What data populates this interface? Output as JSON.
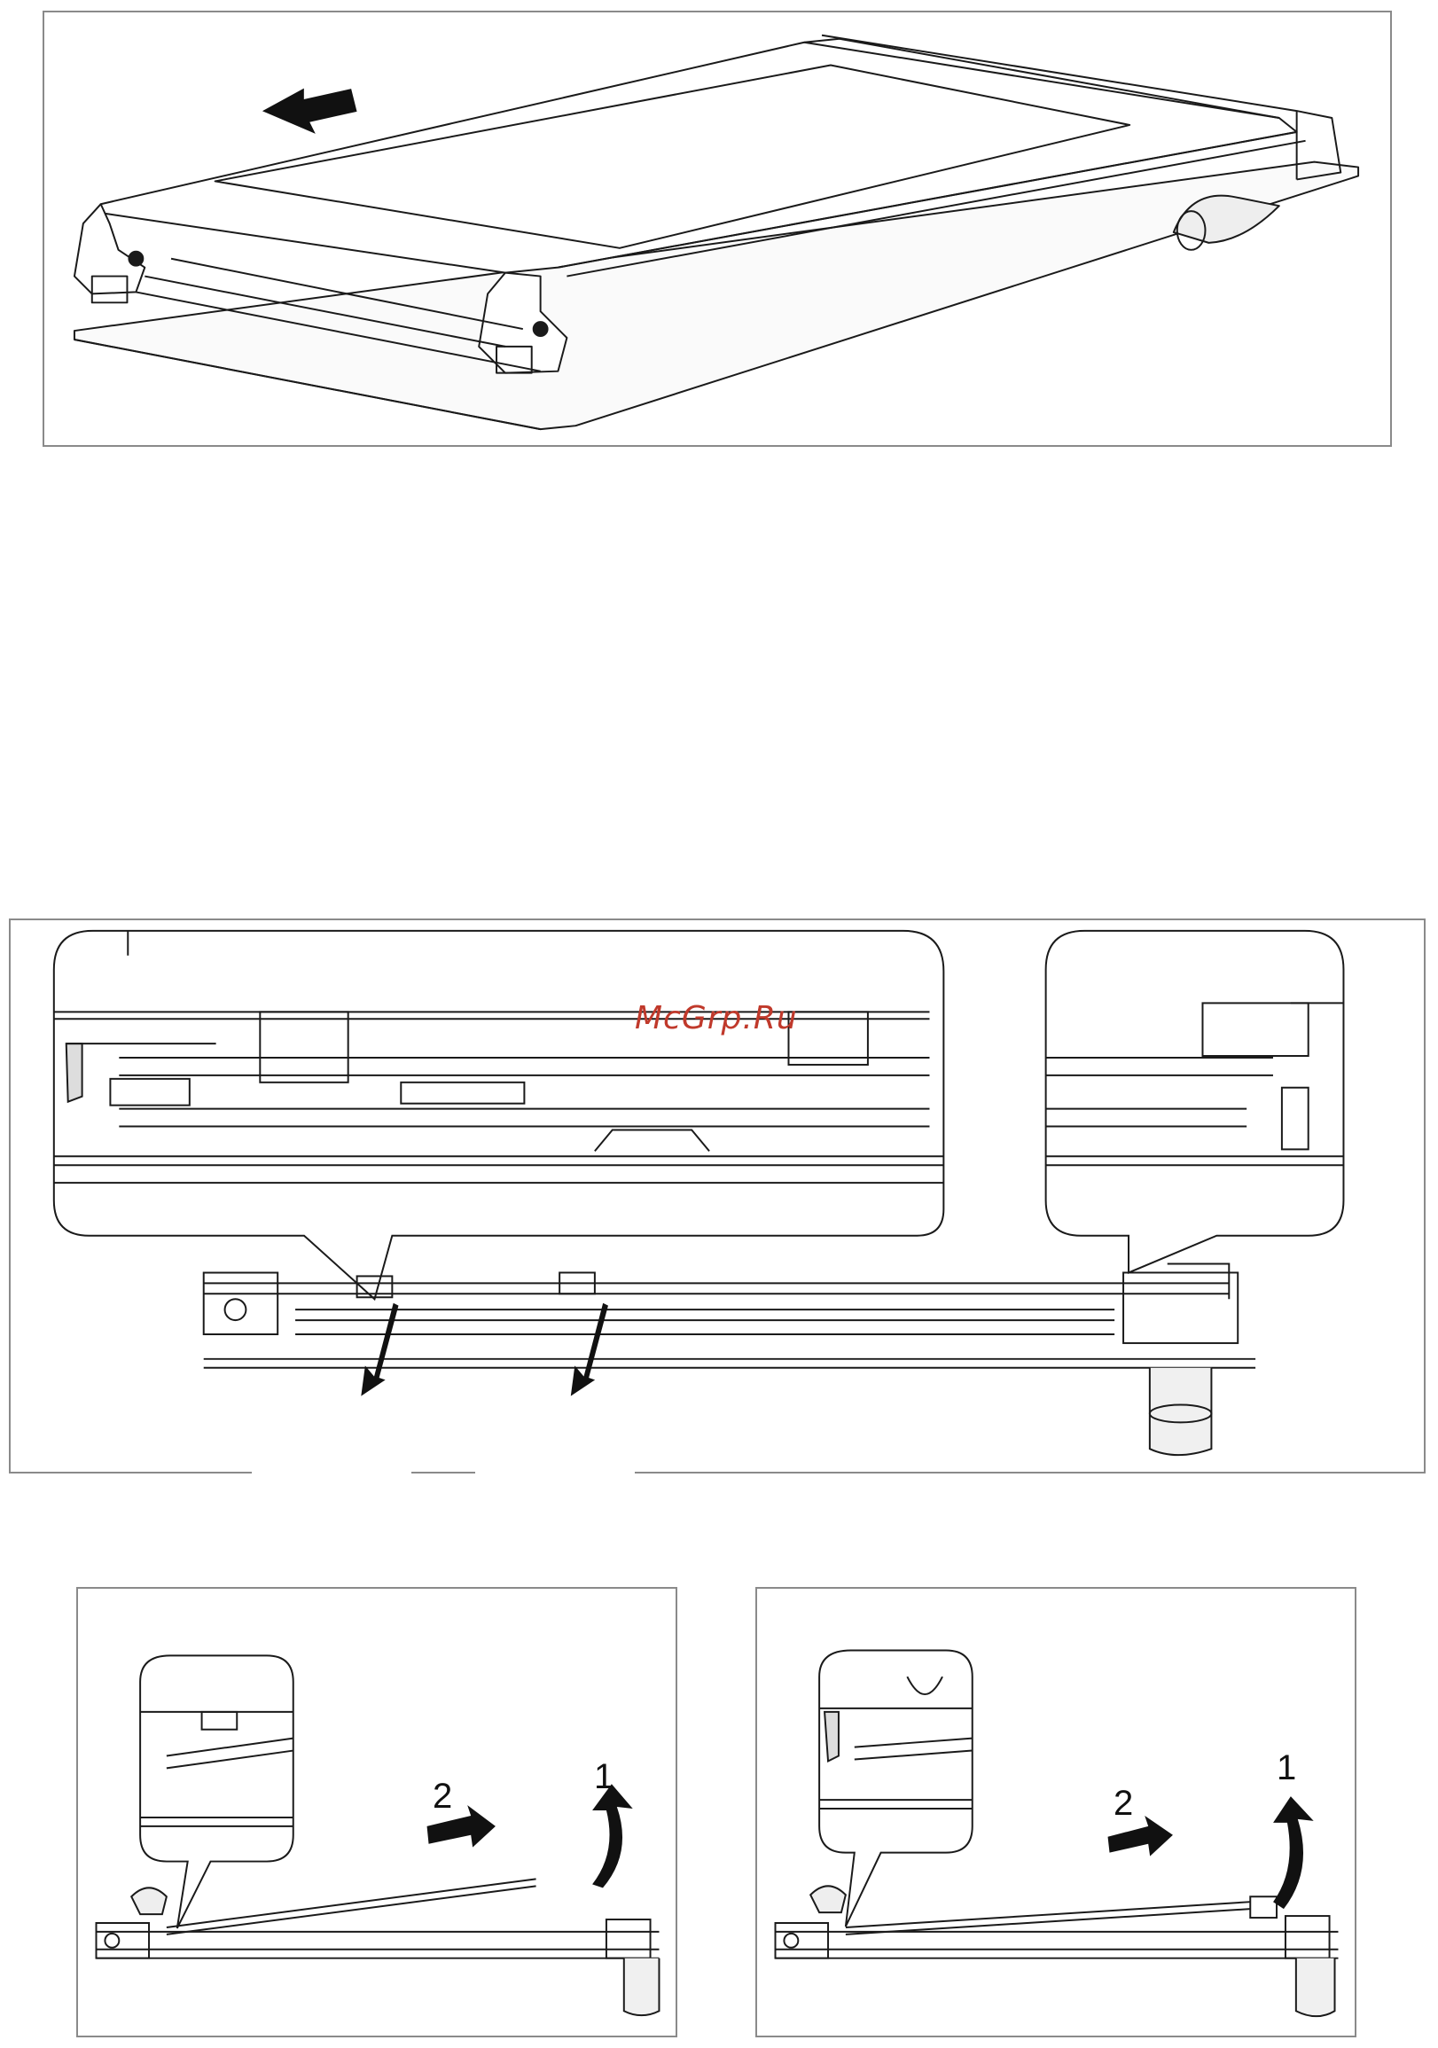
{
  "watermark": "McGrp.Ru",
  "figures": {
    "bottom_left": {
      "step_1": "1",
      "step_2": "2"
    },
    "bottom_right": {
      "step_1": "1",
      "step_2": "2"
    }
  },
  "icons": [
    "arrow-left-icon",
    "arrow-down-left-icon",
    "arrow-right-icon",
    "curved-arrow-up-icon"
  ],
  "colors": {
    "line": "#1a1a1a",
    "frame": "#8a8a8a",
    "watermark": "#c0392b"
  }
}
